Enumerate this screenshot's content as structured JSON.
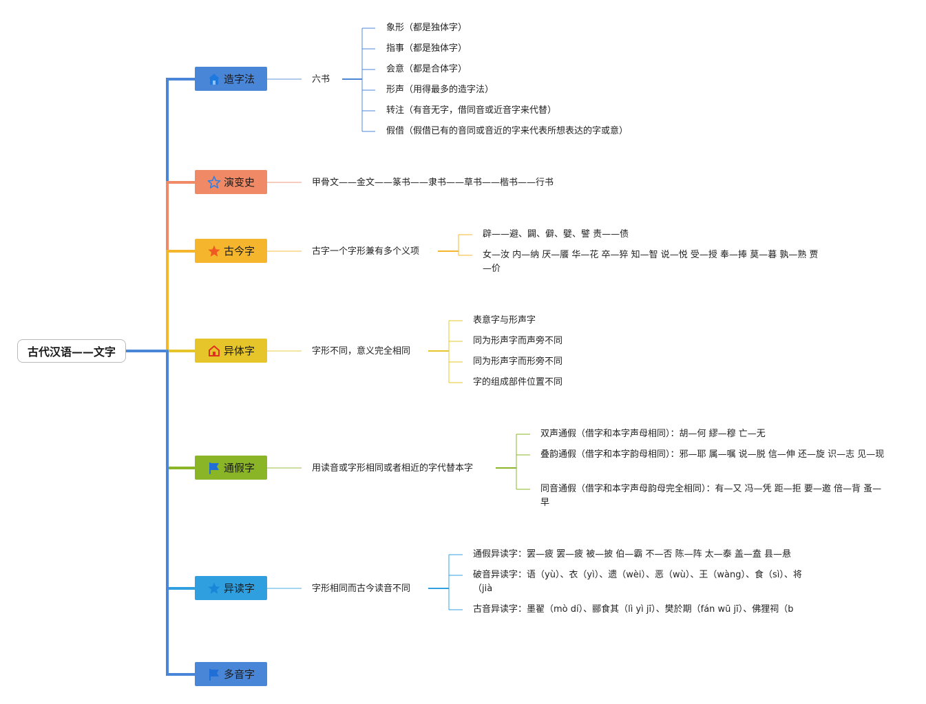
{
  "root": {
    "label": "古代汉语——文字"
  },
  "branches": [
    {
      "label": "造字法",
      "icon": "house-icon",
      "color": "#4a86d8",
      "sub": "六书",
      "leaves": [
        "象形（都是独体字）",
        "指事（都是独体字）",
        "会意（都是合体字）",
        "形声（用得最多的造字法）",
        "转注（有音无字，借同音或近音字来代替）",
        "假借（假借已有的音同或音近的字来代表所想表达的字或意）"
      ]
    },
    {
      "label": "演变史",
      "icon": "star-outline-icon",
      "color": "#f08a66",
      "sub": "甲骨文——金文——篆书——隶书——草书——楷书——行书",
      "leaves": []
    },
    {
      "label": "古今字",
      "icon": "star-filled-icon",
      "color": "#f5b52c",
      "sub": "古字一个字形兼有多个义项",
      "leaves": [
        "辟——避、闢、僻、嬖、譬 责——债",
        "女—汝 内—纳 厌—餍 华—花 卒—猝 知—智 说—悦 受—授 奉—捧 莫—暮 孰—熟 贾—价"
      ]
    },
    {
      "label": "异体字",
      "icon": "home-icon",
      "color": "#e6c52a",
      "sub": "字形不同，意义完全相同",
      "leaves": [
        "表意字与形声字",
        "同为形声字而声旁不同",
        "同为形声字而形旁不同",
        "字的组成部件位置不同"
      ]
    },
    {
      "label": "通假字",
      "icon": "flag-icon",
      "color": "#8ab526",
      "sub": "用读音或字形相同或者相近的字代替本字",
      "leaves": [
        "双声通假（借字和本字声母相同）：胡—何 繆—穆 亡—无",
        "叠韵通假（借字和本字韵母相同）：邪—耶 属—嘱 说—脱 信—伸 还—旋 识—志 见—现",
        "同音通假（借字和本字声母韵母完全相同）：有—又 冯—凭 距—拒 要—邀 倍—背 蚤—早"
      ]
    },
    {
      "label": "异读字",
      "icon": "star-filled-icon",
      "color": "#2f9fe0",
      "sub": "字形相同而古今读音不同",
      "leaves": [
        "通假异读字：罢—疲 罢—疲 被—披 伯—霸 不—否 陈—阵 太—泰 盖—盍 县—悬",
        "破音异读字：语（yù）、衣（yì）、遗（wèi）、恶（wù）、王（wàng）、食（sì）、将（jià",
        "古音异读字：墨翟（mò dí）、郦食其（lì yì jī）、樊於期（fán wū jī）、佛狸祠（b"
      ]
    },
    {
      "label": "多音字",
      "icon": "flag-icon",
      "color": "#4a86d8",
      "sub": "",
      "leaves": []
    }
  ]
}
